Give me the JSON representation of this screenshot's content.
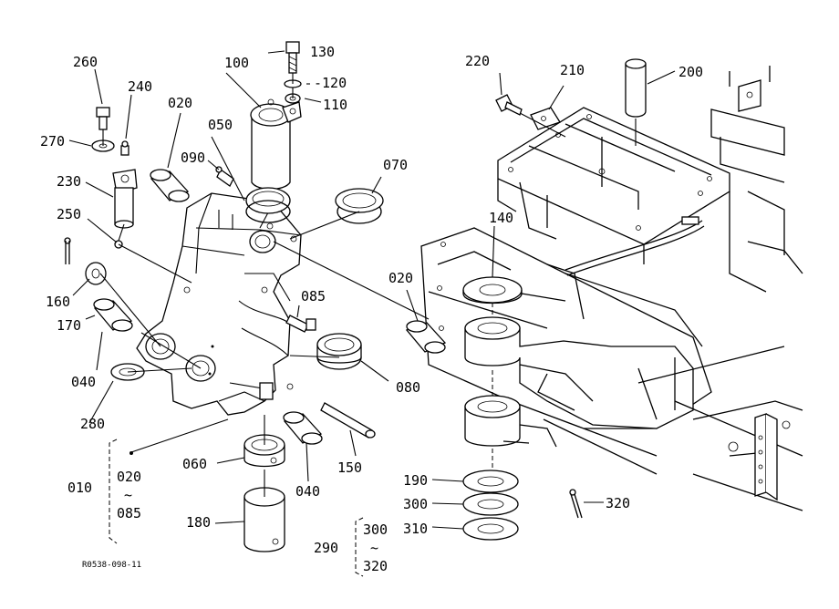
{
  "drawing_code": "R0538-098-11",
  "labels": {
    "p260": "260",
    "p240": "240",
    "p020a": "020",
    "p100": "100",
    "p130": "130",
    "p120": "-120",
    "p110": "110",
    "p270": "270",
    "p050": "050",
    "p090": "090",
    "p230": "230",
    "p070": "070",
    "p250": "250",
    "p160": "160",
    "p170": "170",
    "p085": "085",
    "p040a": "040",
    "p280": "280",
    "p080": "080",
    "p060": "060",
    "p040b": "040",
    "p150": "150",
    "p010": "010",
    "r1_from": "020",
    "r1_tilde": "~",
    "r1_to": "085",
    "p180": "180",
    "p290": "290",
    "r2_from": "300",
    "r2_tilde": "~",
    "r2_to": "320",
    "p220": "220",
    "p210": "210",
    "p200": "200",
    "p140": "140",
    "p020b": "020",
    "p190": "190",
    "p300": "300",
    "p310": "310",
    "p320": "320"
  }
}
